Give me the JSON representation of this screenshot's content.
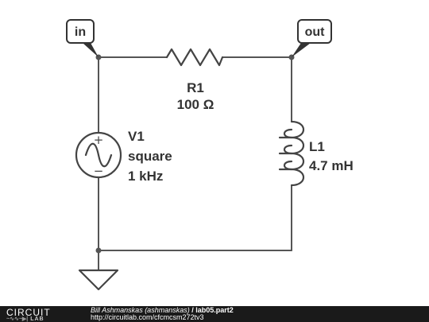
{
  "flags": {
    "in": "in",
    "out": "out"
  },
  "components": {
    "r1": {
      "name": "R1",
      "value": "100 Ω"
    },
    "l1": {
      "name": "L1",
      "value": "4.7 mH"
    },
    "v1": {
      "name": "V1",
      "waveform": "square",
      "frequency": "1 kHz",
      "plus": "+",
      "minus": "−"
    }
  },
  "footer": {
    "logo_top": "CIRCUIT",
    "logo_bottom": "LAB",
    "author": "Bill Ashmanskas (ashmanskas)",
    "separator": " / ",
    "circuit_title": "lab05.part2",
    "url": "http://circuitlab.com/cfcmcsm272tv3"
  },
  "colors": {
    "wire": "#555555",
    "footer_bg": "#1a1a1a",
    "flag_fill": "#ffffff"
  }
}
